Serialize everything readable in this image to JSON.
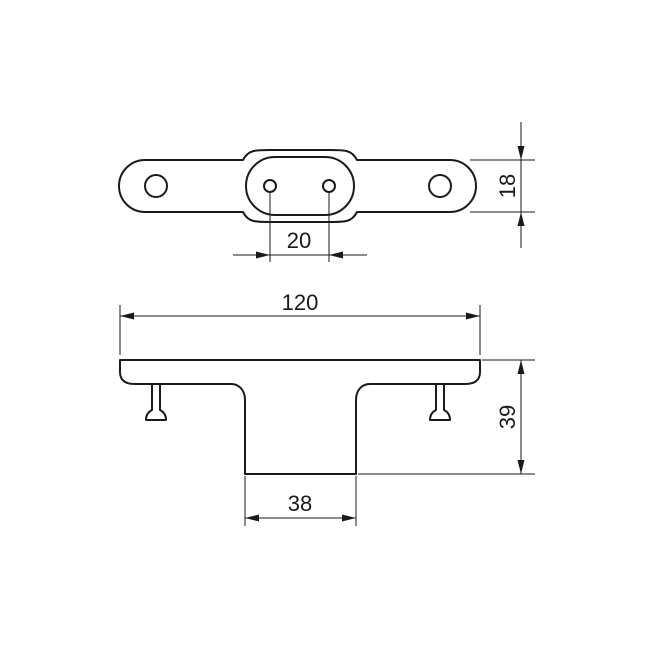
{
  "drawing": {
    "dimensions": {
      "width_total": "120",
      "height_total": "39",
      "base_width": "38",
      "hole_spacing": "20",
      "plate_thickness": "18"
    }
  }
}
